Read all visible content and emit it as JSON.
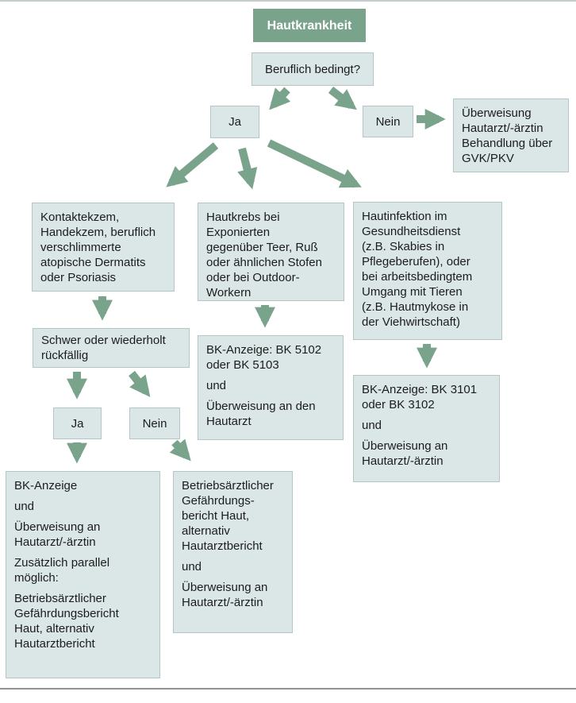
{
  "colors": {
    "accent_green": "#7aa38c",
    "box_fill": "#dbe7e7",
    "box_border": "#b2c6c6",
    "title_text": "#ffffff",
    "body_text": "#1c1c1c"
  },
  "flowchart": {
    "title": "Hautkrankheit",
    "nodes": {
      "beruflich_bedingt": {
        "label": "Beruflich bedingt?"
      },
      "ja_1": {
        "label": "Ja"
      },
      "nein_1": {
        "label": "Nein"
      },
      "ueberweisung_gvk": {
        "label": "Überweisung\nHautarzt/-ärztin\nBehandlung über\nGVK/PKV"
      },
      "kontaktekzem": {
        "label": "Kontaktekzem,\nHandekzem, beruflich\nverschlimmerte\natopische Dermatits\noder Psoriasis"
      },
      "hautkrebs": {
        "label": "Hautkrebs bei\nExponierten\ngegenüber Teer, Ruß\noder ähnlichen Stofen\noder bei Outdoor-\nWorkern"
      },
      "hautinfektion": {
        "label": "Hautinfektion im\nGesundheitsdienst\n(z.B. Skabies in\nPflegeberufen), oder\nbei arbeitsbedingtem\nUmgang mit Tieren\n(z.B. Hautmykose in\nder Viehwirtschaft)"
      },
      "schwer_rueckfaellig": {
        "label": "Schwer oder wiederholt\nrückfällig"
      },
      "ja_2": {
        "label": "Ja"
      },
      "nein_2": {
        "label": "Nein"
      },
      "bk_5102": {
        "paragraphs": [
          "BK-Anzeige: BK 5102\noder BK 5103",
          "und",
          "Überweisung an den\nHautarzt"
        ]
      },
      "bk_3101": {
        "paragraphs": [
          "BK-Anzeige: BK 3101\noder BK 3102",
          "und",
          "Überweisung an\nHautarzt/-ärztin"
        ]
      },
      "bk_anzeige_links": {
        "paragraphs": [
          "BK-Anzeige",
          "und",
          "Überweisung an\nHautarzt/-ärztin",
          "Zusätzlich parallel\nmöglich:",
          "Betriebsärztlicher\nGefährdungsbericht\nHaut, alternativ\nHautarztbericht"
        ]
      },
      "betriebsaerztlicher_bericht": {
        "paragraphs": [
          "Betriebsärztlicher\nGefährdungs-\nbericht Haut,\nalternativ\nHautarztbericht",
          "und",
          "Überweisung an\nHautarzt/-ärztin"
        ]
      }
    }
  }
}
